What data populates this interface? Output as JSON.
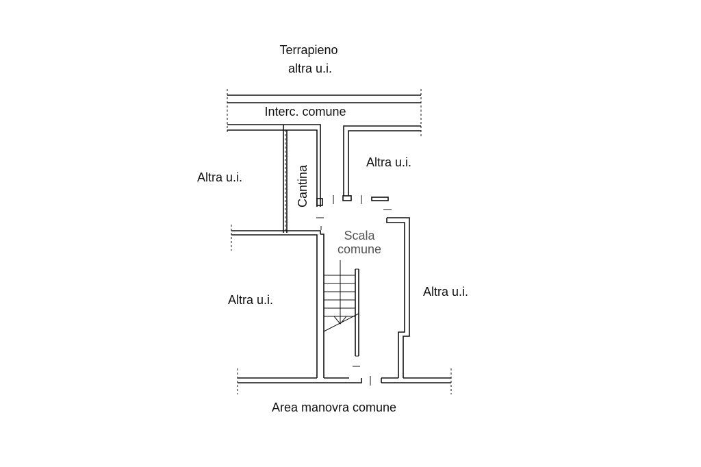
{
  "labels": {
    "terrapieno": "Terrapieno",
    "altra_ui_top": "altra u.i.",
    "interc_comune": "Interc. comune",
    "altra_ui_left_upper": "Altra u.i.",
    "cantina": "Cantina",
    "altra_ui_right_upper": "Altra u.i.",
    "scala": "Scala",
    "comune": "comune",
    "altra_ui_left_lower": "Altra u.i.",
    "altra_ui_right_lower": "Altra u.i.",
    "area_manovra": "Area manovra comune"
  },
  "colors": {
    "line": "#111111",
    "stair_label": "#555555"
  }
}
